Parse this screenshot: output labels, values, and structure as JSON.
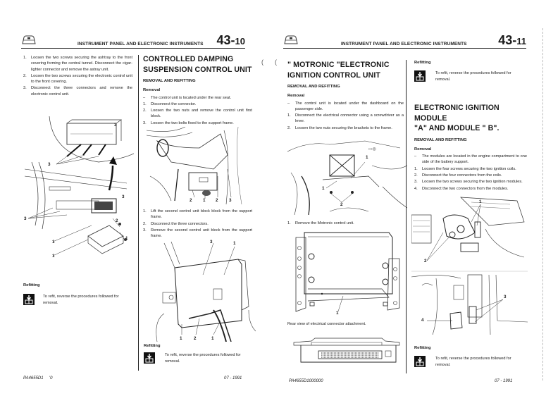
{
  "left_page": {
    "header": {
      "title": "INSTRUMENT PANEL AND ELECTRONIC INSTRUMENTS",
      "chapter": "43-",
      "page": "10",
      "icon": "vehicle-section-icon"
    },
    "intro_steps": [
      {
        "n": "1.",
        "text": "Loosen the two screws securing the ashtray to the front covering forming the central tunnel. Disconnect the cigar-lighter connector and remove the astray unit."
      },
      {
        "n": "2.",
        "text": "Loosen the two screws securing the electronic control unit to the front covering."
      },
      {
        "n": "3.",
        "text": "Disconnect the three connectors and remove the electronic control unit."
      }
    ],
    "figure1_callouts": [
      "3",
      "3",
      "3",
      "3",
      "2",
      "1",
      "1",
      "1"
    ],
    "refitting": {
      "label": "Refitting",
      "text": "To refit, reverse the procedures followed for removal.",
      "icon": "refit-icon"
    },
    "section": {
      "title_line1": "CONTROLLED DAMPING",
      "title_line2": "SUSPENSION CONTROL UNIT",
      "subtitle": "REMOVAL AND REFITTING",
      "removal_label": "Removal",
      "note": {
        "n": "–",
        "text": "The control unit is located under the rear seat."
      },
      "steps": [
        {
          "n": "1.",
          "text": "Disconnect the connector."
        },
        {
          "n": "2.",
          "text": "Loosen the two nuts and remove the control unit first block."
        },
        {
          "n": "3.",
          "text": "Loosen the two bolts fixed to the support frame."
        }
      ],
      "figure2_callouts": [
        "2",
        "1",
        "2",
        "3"
      ],
      "steps2": [
        {
          "n": "1.",
          "text": "Lift the second control unit block block from the support frame."
        },
        {
          "n": "2.",
          "text": "Disconnect the three connectors."
        },
        {
          "n": "3.",
          "text": "Remove the second control unit block from the support frame."
        }
      ],
      "figure3_callouts": [
        "3",
        "1",
        "1",
        "2",
        "1"
      ],
      "refitting": {
        "label": "Refitting",
        "text": "To refit, reverse the procedures followed for removal.",
        "icon": "refit-icon"
      }
    },
    "footer": {
      "code": "PA4655D1",
      "code_tail": "'0",
      "date": "07 - 1991"
    }
  },
  "right_page": {
    "header": {
      "title": "INSTRUMENT PANEL AND ELECTRONIC INSTRUMENTS",
      "chapter": "43-",
      "page": "11",
      "icon": "vehicle-section-icon"
    },
    "section1": {
      "title_line1": "\" MOTRONIC \"ELECTRONIC",
      "title_line2": "IGNITION CONTROL UNIT",
      "subtitle": "REMOVAL AND REFITTING",
      "removal_label": "Removal",
      "note": {
        "n": "–",
        "text": "The control unit is located under the dashboard on the passenger side."
      },
      "steps": [
        {
          "n": "1.",
          "text": "Disconnect the electrical connector using a screwdriver as a lever."
        },
        {
          "n": "2.",
          "text": "Loosen the two nuts securing the brackets to the frame."
        }
      ],
      "figure1_callouts": [
        "1",
        "1",
        "2"
      ],
      "steps2": [
        {
          "n": "1.",
          "text": "Remove the Motronic control unit."
        }
      ],
      "figure2_callouts": [
        "1"
      ],
      "figure2_caption": "Rear view of electrical connector attachment."
    },
    "refitting_top": {
      "label": "Refitting",
      "text": "To refit, reverse the procedures followed for removal.",
      "icon": "refit-icon"
    },
    "section2": {
      "title_line1": "ELECTRONIC IGNITION MODULE",
      "title_line2": "\"A\" AND MODULE \" B\".",
      "subtitle": "REMOVAL AND REFITTING",
      "removal_label": "Removal",
      "note": {
        "n": "–",
        "text": "The modules are located in the engine compartment to one side of the battery support."
      },
      "steps": [
        {
          "n": "1.",
          "text": "Loosen the four screws securing the two ignition coils."
        },
        {
          "n": "2.",
          "text": "Disconnect the four connectors from the coils."
        },
        {
          "n": "3.",
          "text": "Loosen the two screws securing the two ignition modules."
        },
        {
          "n": "4.",
          "text": "Disconnect the two connectors from the modules."
        }
      ],
      "figure_callouts": [
        "1",
        "2",
        "3",
        "4"
      ],
      "refitting": {
        "label": "Refitting",
        "text": "To refit, reverse the procedures followed for removal.",
        "icon": "refit-icon"
      }
    },
    "footer": {
      "code": "PA4655D1000000",
      "date": "07 - 1991"
    }
  },
  "colors": {
    "ink": "#1a1a1a",
    "paper": "#ffffff",
    "rule": "#222222"
  }
}
